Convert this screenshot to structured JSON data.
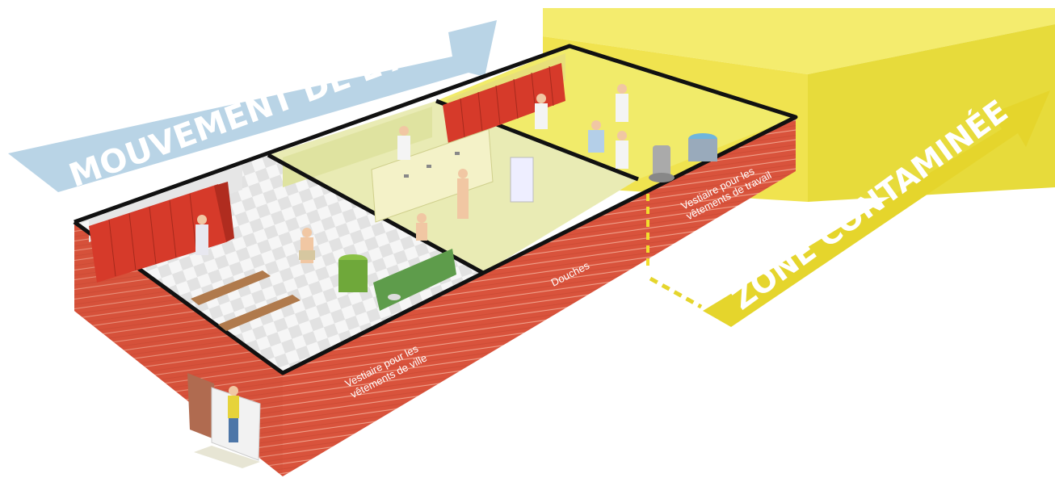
{
  "labels": {
    "air_movement": "MOUVEMENT DE L'AIR",
    "contaminated_zone": "ZONE CONTAMINÉE",
    "street_locker_line1": "Vestiaire pour les",
    "street_locker_line2": "vêtements de ville",
    "showers": "Douches",
    "work_locker_line1": "Vestiaire pour les",
    "work_locker_line2": "vêtements de travail"
  },
  "colors": {
    "air_arrow": "#b9d4e6",
    "contaminated_zone": "#efe34a",
    "brick_wall": "#d9533c",
    "locker": "#d63a2a",
    "shower_room_floor": "#e9ebb4",
    "work_room_floor": "#f1eb6a",
    "street_room_floor": "#f3f3f3"
  },
  "icons": {
    "air_direction": "arrow-icon",
    "zone_direction": "arrow-icon",
    "entry_door": "door-icon",
    "person": "person-icon",
    "shower_head": "shower-head-icon",
    "locker": "locker-icon",
    "bench": "bench-icon",
    "vacuum": "vacuum-icon",
    "bucket": "bucket-icon",
    "laundry_bin": "laundry-bin-icon",
    "sink": "sink-icon"
  }
}
